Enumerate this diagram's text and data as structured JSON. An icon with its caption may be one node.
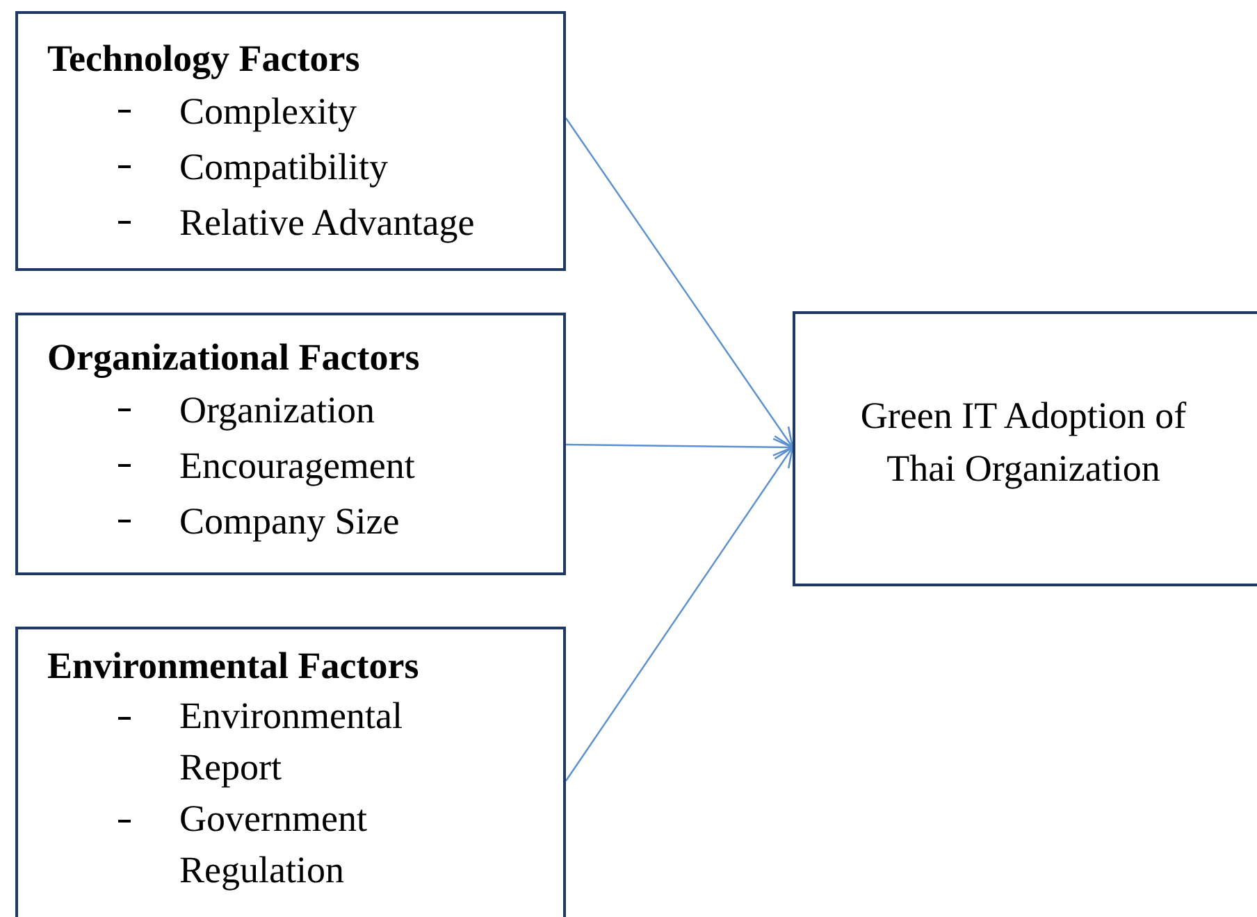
{
  "diagram": {
    "nodes": [
      {
        "text": [
          "Technology Factors",
          "Complexity",
          "Compatibility",
          "Relative Advantage"
        ]
      },
      {
        "text": [
          "Organizational Factors",
          "Organization",
          "Encouragement",
          "Company Size"
        ]
      },
      {
        "text": [
          "Environmental Factors",
          "Environmental Report",
          "Government Regulation"
        ]
      },
      {
        "text": [
          "Green IT Adoption of Thai Organization"
        ]
      }
    ],
    "edges": [
      {
        "from": 0,
        "to": 3,
        "arrow": "to"
      },
      {
        "from": 1,
        "to": 3,
        "arrow": "to"
      },
      {
        "from": 2,
        "to": 3,
        "arrow": "to"
      }
    ]
  }
}
